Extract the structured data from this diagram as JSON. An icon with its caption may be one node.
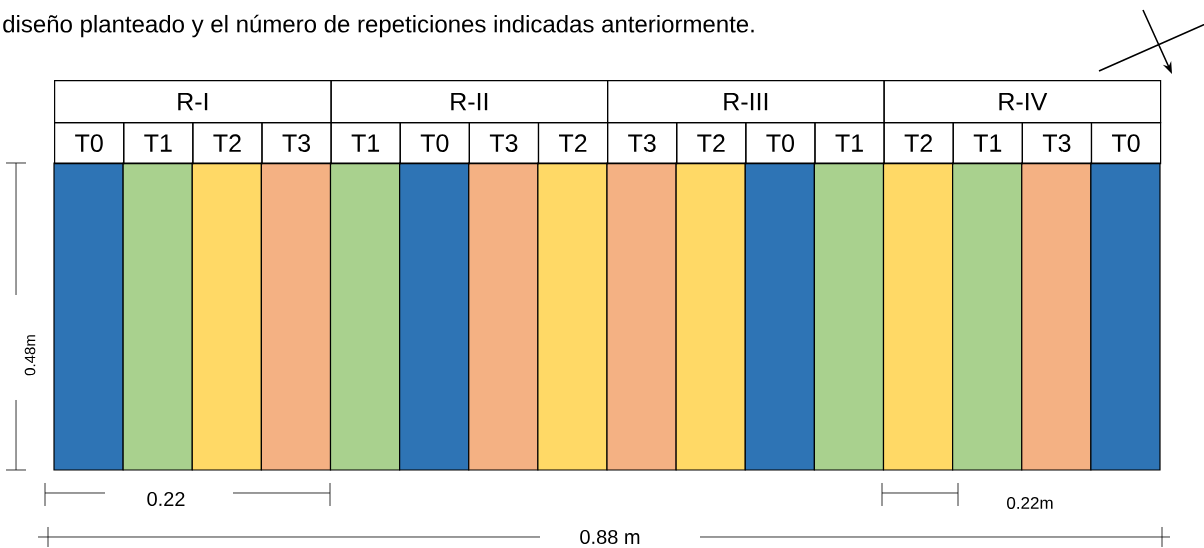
{
  "diagram": {
    "labels": [
      "diseño planteado y el número de repeticiones indicadas anteriormente.",
      "R-I",
      "R-II",
      "R-III",
      "R-IV",
      "T0",
      "T1",
      "T2",
      "T3",
      "T1",
      "T0",
      "T3",
      "T2",
      "T3",
      "T2",
      "T0",
      "T1",
      "T2",
      "T1",
      "T3",
      "T0",
      "0.48m",
      "0.22",
      "0.22m",
      "0.88 m"
    ]
  }
}
